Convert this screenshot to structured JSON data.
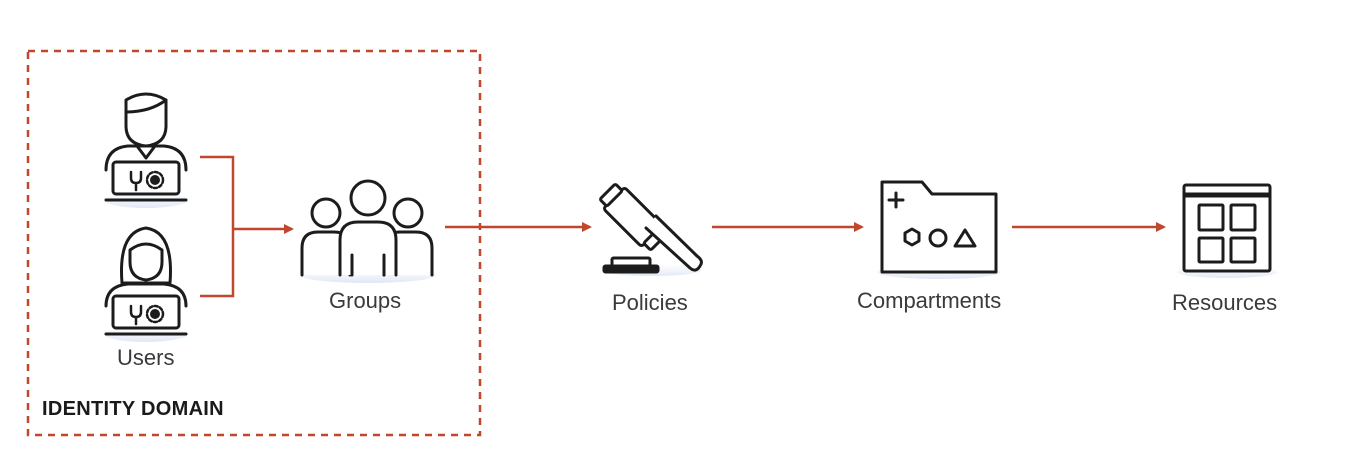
{
  "domain_box": {
    "label": "IDENTITY DOMAIN"
  },
  "nodes": {
    "users": {
      "label": "Users",
      "icon": "user-icon"
    },
    "groups": {
      "label": "Groups",
      "icon": "group-icon"
    },
    "policies": {
      "label": "Policies",
      "icon": "gavel-icon"
    },
    "compartments": {
      "label": "Compartments",
      "icon": "folder-shapes-icon"
    },
    "resources": {
      "label": "Resources",
      "icon": "grid-window-icon"
    }
  },
  "colors": {
    "arrow": "#c0472c",
    "domain_border": "#c0472c",
    "icon_stroke": "#1c1c1c"
  }
}
